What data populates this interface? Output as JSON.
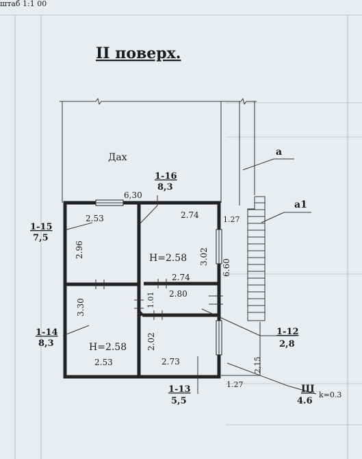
{
  "scale_note": "штаб 1:1 00",
  "title": "II поверх.",
  "roof_label": "Дах",
  "rooms": [
    {
      "id": "1-16",
      "area": "8,3"
    },
    {
      "id": "1-15",
      "area": "7,5"
    },
    {
      "id": "1-14",
      "area": "8,3"
    },
    {
      "id": "1-13",
      "area": "5,5"
    },
    {
      "id": "1-12",
      "area": "2,8"
    }
  ],
  "stair": {
    "id": "III",
    "area": "4.6",
    "coef": "k=0.3"
  },
  "callouts": {
    "a": "а",
    "a1": "а1"
  },
  "heights": {
    "room_a": "H=2.58",
    "room_b": "H=2.58"
  },
  "dims": {
    "d630": "6,30",
    "d253a": "2.53",
    "d274a": "2.74",
    "d127a": "1.27",
    "d296": "2.96",
    "d302": "3.02",
    "d660": "6.60",
    "d274b": "2.74",
    "d280": "2.80",
    "d101": "1.01",
    "d330": "3.30",
    "d202": "2.02",
    "d253b": "2.53",
    "d273": "2.73",
    "d215": "2,15",
    "d127b": "1.27"
  }
}
